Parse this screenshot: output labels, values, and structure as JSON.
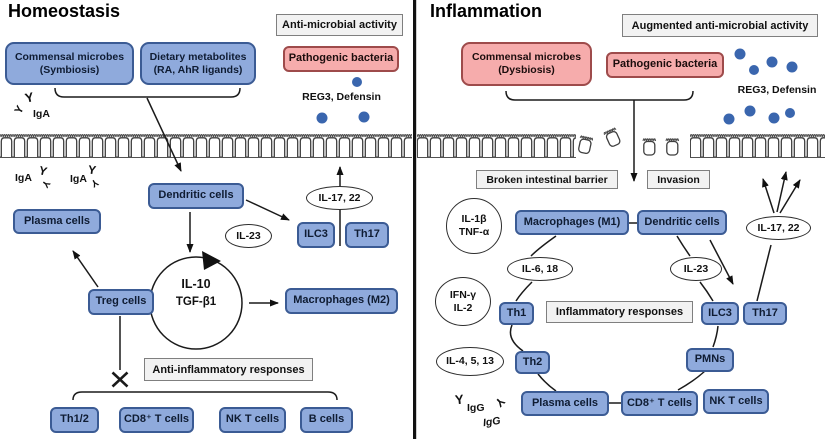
{
  "colors": {
    "node_fill": "#8FAADC",
    "node_border": "#3B5B94",
    "pink_fill": "#F6ACAC",
    "pink_border": "#9E4B4B",
    "label_fill": "#F2F2F2",
    "label_border": "#7F7F7F",
    "dot": "#3A66AE",
    "line": "#1A1A1A"
  },
  "glyphs": {
    "antibody": "Y"
  },
  "homeostasis": {
    "title": "Homeostasis",
    "antimicrobial_label": "Anti-microbial activity",
    "commensal_line1": "Commensal microbes",
    "commensal_line2": "(Symbiosis)",
    "dietary_line1": "Dietary metabolites",
    "dietary_line2": "(RA, AhR ligands)",
    "pathogenic": "Pathogenic bacteria",
    "reg3": "REG3, Defensin",
    "iga": "IgA",
    "plasma": "Plasma cells",
    "dendritic": "Dendritic cells",
    "il23": "IL-23",
    "il17": "IL-17, 22",
    "ilc3": "ILC3",
    "th17": "Th17",
    "il10": "IL-10",
    "tgfb1": "TGF-β1",
    "treg": "Treg cells",
    "m2": "Macrophages (M2)",
    "anti_inflammatory_label": "Anti-inflammatory responses",
    "th12": "Th1/2",
    "cd8": "CD8⁺ T cells",
    "nkt": "NK T cells",
    "bcells": "B cells"
  },
  "inflammation": {
    "title": "Inflammation",
    "augmented_label": "Augmented anti-microbial activity",
    "commensal_line1": "Commensal microbes",
    "commensal_line2": "(Dysbiosis)",
    "pathogenic": "Pathogenic bacteria",
    "reg3": "REG3, Defensin",
    "broken_label": "Broken intestinal barrier",
    "invasion_label": "Invasion",
    "il1b": "IL-1β",
    "tnfa": "TNF-α",
    "m1": "Macrophages (M1)",
    "dendritic": "Dendritic cells",
    "il17": "IL-17, 22",
    "il6": "IL-6, 18",
    "il23": "IL-23",
    "ifng": "IFN-γ",
    "il2": "IL-2",
    "th1": "Th1",
    "inflammatory_label": "Inflammatory responses",
    "ilc3": "ILC3",
    "th17": "Th17",
    "il4": "IL-4, 5, 13",
    "th2": "Th2",
    "pmns": "PMNs",
    "plasma": "Plasma cells",
    "cd8": "CD8⁺ T cells",
    "nkt": "NK T cells",
    "igg": "IgG"
  }
}
